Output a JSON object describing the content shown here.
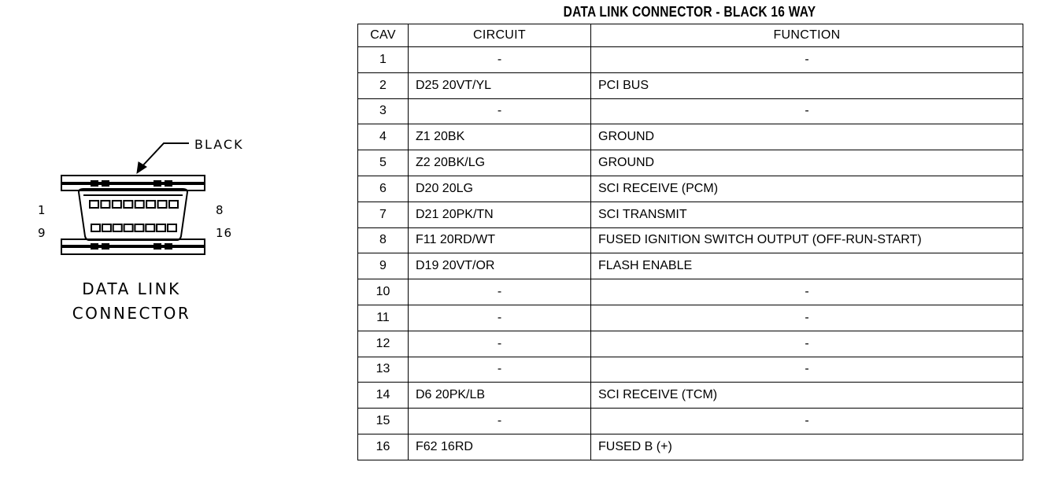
{
  "title": "DATA LINK CONNECTOR - BLACK 16 WAY",
  "columns": {
    "cav": "CAV",
    "circuit": "CIRCUIT",
    "function": "FUNCTION"
  },
  "rows": [
    {
      "cav": "1",
      "circuit": "-",
      "function": "-"
    },
    {
      "cav": "2",
      "circuit": "D25 20VT/YL",
      "function": "PCI BUS"
    },
    {
      "cav": "3",
      "circuit": "-",
      "function": "-"
    },
    {
      "cav": "4",
      "circuit": "Z1 20BK",
      "function": "GROUND"
    },
    {
      "cav": "5",
      "circuit": "Z2 20BK/LG",
      "function": "GROUND"
    },
    {
      "cav": "6",
      "circuit": "D20 20LG",
      "function": "SCI RECEIVE (PCM)"
    },
    {
      "cav": "7",
      "circuit": "D21 20PK/TN",
      "function": "SCI TRANSMIT"
    },
    {
      "cav": "8",
      "circuit": "F11 20RD/WT",
      "function": "FUSED IGNITION SWITCH OUTPUT (OFF-RUN-START)"
    },
    {
      "cav": "9",
      "circuit": "D19 20VT/OR",
      "function": "FLASH ENABLE"
    },
    {
      "cav": "10",
      "circuit": "-",
      "function": "-"
    },
    {
      "cav": "11",
      "circuit": "-",
      "function": "-"
    },
    {
      "cav": "12",
      "circuit": "-",
      "function": "-"
    },
    {
      "cav": "13",
      "circuit": "-",
      "function": "-"
    },
    {
      "cav": "14",
      "circuit": "D6 20PK/LB",
      "function": "SCI RECEIVE (TCM)"
    },
    {
      "cav": "15",
      "circuit": "-",
      "function": "-"
    },
    {
      "cav": "16",
      "circuit": "F62 16RD",
      "function": "FUSED B (+)"
    }
  ],
  "diagram": {
    "color_label": "BLACK",
    "pin_labels": {
      "top_left": "1",
      "top_right": "8",
      "bottom_left": "9",
      "bottom_right": "16"
    },
    "caption_line1": "DATA LINK",
    "caption_line2": "CONNECTOR",
    "top_row_pin_count": 8,
    "bottom_row_pin_count": 8
  }
}
